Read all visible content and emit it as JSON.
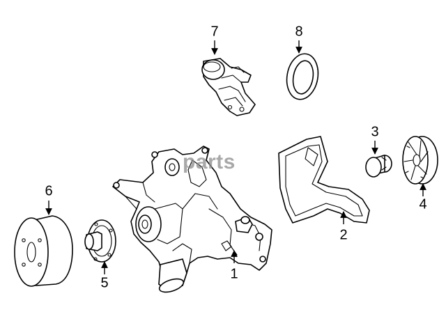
{
  "watermark": "parts",
  "colors": {
    "line": "#000000",
    "background": "#ffffff",
    "watermark": "#8c8c8c"
  },
  "callouts": [
    {
      "id": "1",
      "label": "1"
    },
    {
      "id": "2",
      "label": "2"
    },
    {
      "id": "3",
      "label": "3"
    },
    {
      "id": "4",
      "label": "4"
    },
    {
      "id": "5",
      "label": "5"
    },
    {
      "id": "6",
      "label": "6"
    },
    {
      "id": "7",
      "label": "7"
    },
    {
      "id": "8",
      "label": "8"
    }
  ]
}
